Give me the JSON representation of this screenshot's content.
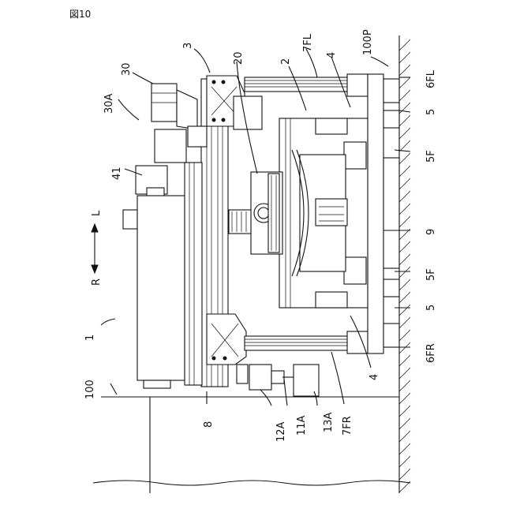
{
  "figure_label": "図10",
  "labels": {
    "l1": "1",
    "l2": "2",
    "l3": "3",
    "l4a": "4",
    "l4b": "4",
    "l5a": "5",
    "l5b": "5",
    "l5Fa": "5F",
    "l5Fb": "5F",
    "l6FL": "6FL",
    "l6FR": "6FR",
    "l7FL": "7FL",
    "l7FR": "7FR",
    "l8": "8",
    "l9": "9",
    "l11A": "11A",
    "l12A": "12A",
    "l13A": "13A",
    "l20": "20",
    "l30": "30",
    "l30A": "30A",
    "l41": "41",
    "l100": "100",
    "l100P": "100P",
    "dirL": "L",
    "dirR": "R"
  }
}
